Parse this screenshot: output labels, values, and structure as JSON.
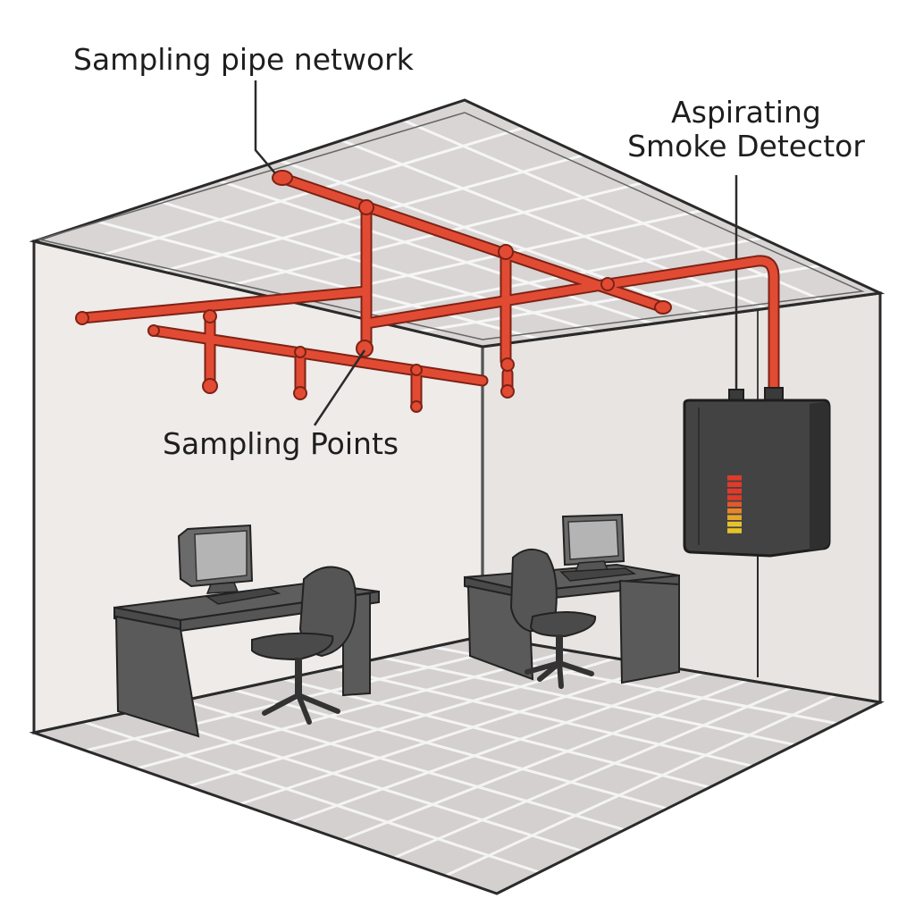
{
  "labels": {
    "pipe_network": "Sampling pipe network",
    "sampling_points": "Sampling Points",
    "detector_line1": "Aspirating",
    "detector_line2": "Smoke Detector"
  },
  "colors": {
    "pipe": "#e04a33",
    "pipe_outline": "#8a2416",
    "ceiling_tile": "#d9d6d5",
    "wall": "#ece9e7",
    "floor_tile": "#d2cfce",
    "furniture": "#5a5a5a",
    "detector_body": "#3f3f3f",
    "line": "#2a2a2a"
  },
  "icons": {
    "detector": "aspirating-smoke-detector-icon",
    "desk": "desk-icon",
    "monitor": "computer-monitor-icon",
    "chair": "office-chair-icon",
    "sampling_point": "sampling-point-icon"
  },
  "detector_bar_levels": [
    "#e03a2a",
    "#e03a2a",
    "#e03a2a",
    "#e03a2a",
    "#e05a2a",
    "#e8842a",
    "#e8a52a",
    "#e8c22a",
    "#e8c22a"
  ]
}
